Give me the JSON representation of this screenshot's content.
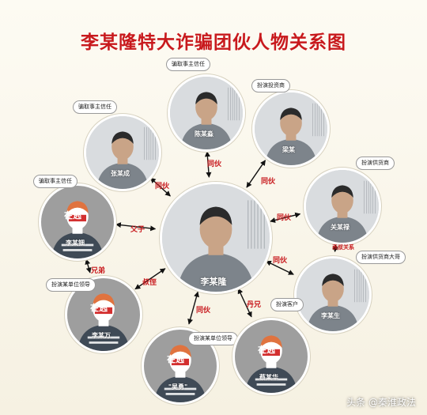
{
  "title": "李某隆特大诈骗团伙人物关系图",
  "watermark": "头条 @秦淮政法",
  "fugitive_badge": "在逃",
  "center": {
    "name": "李某隆"
  },
  "nodes": [
    {
      "id": "chen",
      "name": "陈某淼",
      "role": "骗取事主信任"
    },
    {
      "id": "liang",
      "name": "梁某",
      "role": "扮演投资商"
    },
    {
      "id": "zhang",
      "name": "张某成",
      "role": "骗取事主信任"
    },
    {
      "id": "guan",
      "name": "关某禄",
      "role": "扮演供货商"
    },
    {
      "id": "li_nian",
      "name": "李某钿",
      "role": "骗取事主信任"
    },
    {
      "id": "li_sheng",
      "name": "李某生",
      "role": "扮演供货商大哥"
    },
    {
      "id": "li_wan",
      "name": "李某万",
      "role": "扮演某单位领导"
    },
    {
      "id": "xiao",
      "name": "\"吴勇\"",
      "role": "扮演某单位领导"
    },
    {
      "id": "cai",
      "name": "蔡某华",
      "role": "扮演客户"
    }
  ],
  "relations": {
    "chen": "同伙",
    "liang": "同伙",
    "zhang": "同伙",
    "guan": "同伙",
    "li_nian": "父子",
    "li_sheng": "同伙",
    "li_wan": "叔侄",
    "xiao": "同伙",
    "cai": "丹兄",
    "li_nian_li_wan": "兄弟",
    "guan_li_sheng": "表叔关系"
  }
}
